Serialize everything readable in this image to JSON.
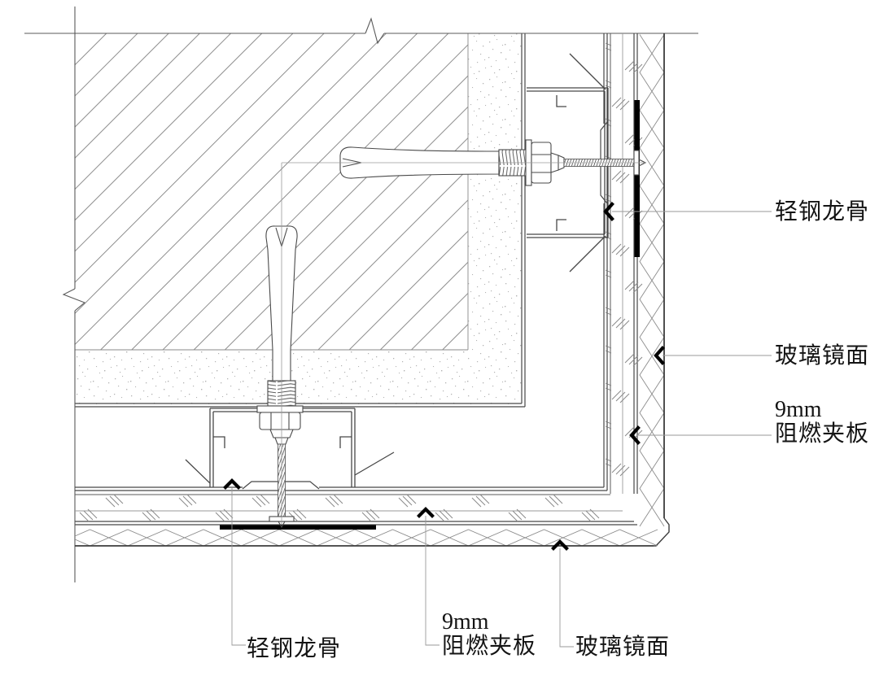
{
  "labels": {
    "right_keel": "轻钢龙骨",
    "right_mirror": "玻璃镜面",
    "right_plywood_size": "9mm",
    "right_plywood": "阻燃夹板",
    "bottom_keel": "轻钢龙骨",
    "bottom_plywood_size": "9mm",
    "bottom_plywood": "阻燃夹板",
    "bottom_mirror": "玻璃镜面"
  },
  "colors": {
    "background": "#ffffff",
    "line": "#4a4a4a",
    "leader": "#9a9a9a",
    "hatch": "#8d8d8d",
    "adhesive_strip": "#000000",
    "text": "#141414"
  }
}
